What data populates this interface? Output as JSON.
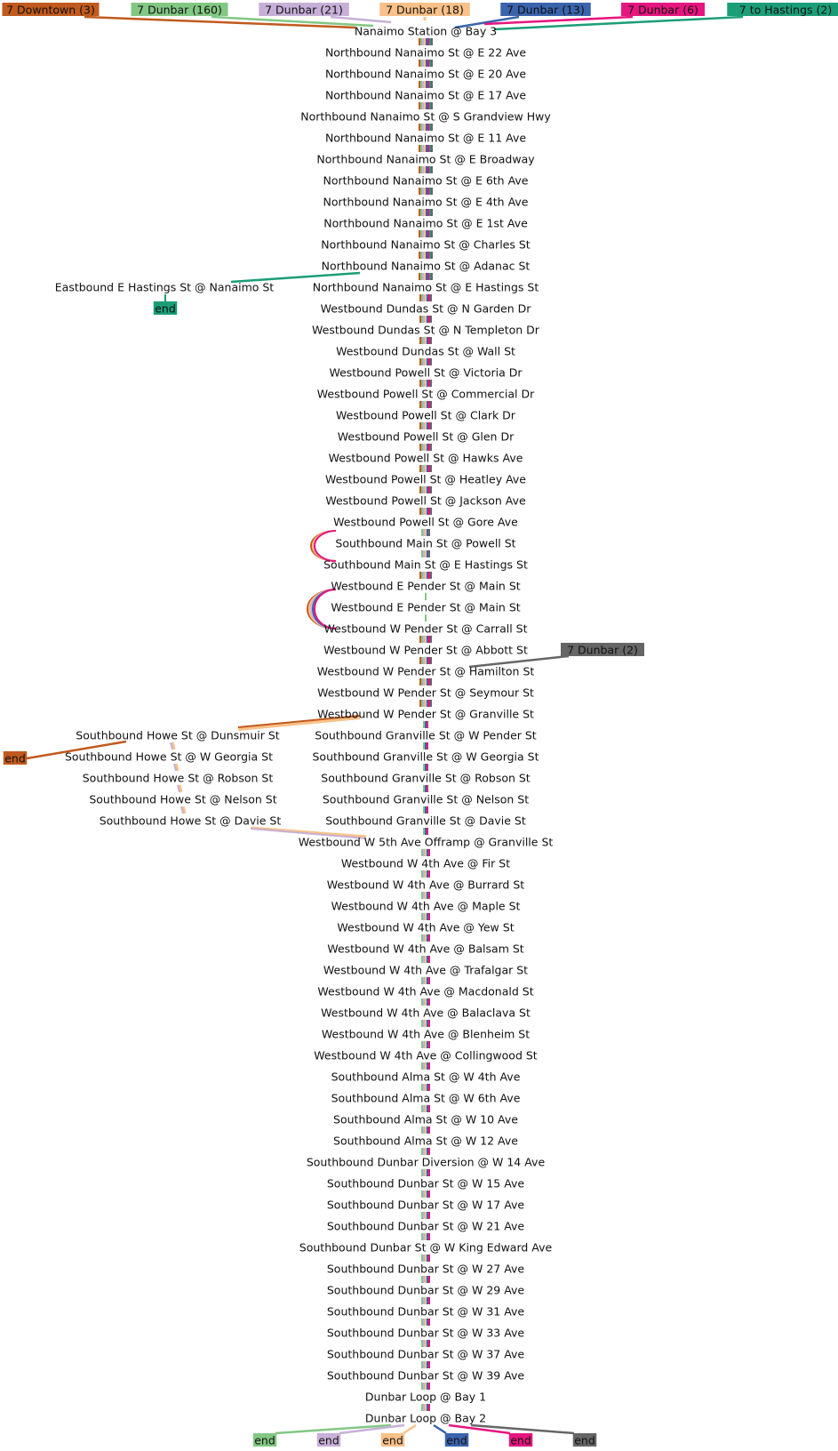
{
  "routes": [
    {
      "label": "7 Downtown (3)",
      "color": "#c15a1e"
    },
    {
      "label": "7 Dunbar (160)",
      "color": "#82c883"
    },
    {
      "label": "7 Dunbar (21)",
      "color": "#c7b0d8"
    },
    {
      "label": "7 Dunbar (18)",
      "color": "#f9c188"
    },
    {
      "label": "7 Dunbar (13)",
      "color": "#3a64ad"
    },
    {
      "label": "7 Dunbar (6)",
      "color": "#e7157f"
    },
    {
      "label": "7 to Hastings (2)",
      "color": "#1b9e77"
    },
    {
      "label": "7 Dunbar (2)",
      "color": "#666666"
    }
  ],
  "main_stops": [
    "Nanaimo Station @ Bay 3",
    "Northbound Nanaimo St @ E 22 Ave",
    "Northbound Nanaimo St @ E 20 Ave",
    "Northbound Nanaimo St @ E 17 Ave",
    "Northbound Nanaimo St @ S Grandview Hwy",
    "Northbound Nanaimo St @ E 11 Ave",
    "Northbound Nanaimo St @ E Broadway",
    "Northbound Nanaimo St @ E 6th Ave",
    "Northbound Nanaimo St @ E 4th Ave",
    "Northbound Nanaimo St @ E 1st Ave",
    "Northbound Nanaimo St @ Charles St",
    "Northbound Nanaimo St @ Adanac St",
    "Northbound Nanaimo St @ E Hastings St",
    "Westbound Dundas St @ N Garden Dr",
    "Westbound Dundas St @ N Templeton Dr",
    "Westbound Dundas St @ Wall St",
    "Westbound Powell St @ Victoria Dr",
    "Westbound Powell St @ Commercial Dr",
    "Westbound Powell St @ Clark Dr",
    "Westbound Powell St @ Glen Dr",
    "Westbound Powell St @ Hawks Ave",
    "Westbound Powell St @ Heatley Ave",
    "Westbound Powell St @ Jackson Ave",
    "Westbound Powell St @ Gore Ave",
    "Southbound Main St @ Powell St",
    "Southbound Main St @ E Hastings St",
    "Westbound E Pender St @ Main St",
    "Westbound E Pender St @ Main St",
    "Westbound W Pender St @ Carrall St",
    "Westbound W Pender St @ Abbott St",
    "Westbound W Pender St @ Hamilton St",
    "Westbound W Pender St @ Seymour St",
    "Westbound W Pender St @ Granville St",
    "Southbound Granville St @ W Pender St",
    "Southbound Granville St @ W Georgia St",
    "Southbound Granville St @ Robson St",
    "Southbound Granville St @ Nelson St",
    "Southbound Granville St @ Davie St",
    "Westbound W 5th Ave Offramp @ Granville St",
    "Westbound W 4th Ave @ Fir St",
    "Westbound W 4th Ave @ Burrard St",
    "Westbound W 4th Ave @ Maple St",
    "Westbound W 4th Ave @ Yew St",
    "Westbound W 4th Ave @ Balsam St",
    "Westbound W 4th Ave @ Trafalgar St",
    "Westbound W 4th Ave @ Macdonald St",
    "Westbound W 4th Ave @ Balaclava St",
    "Westbound W 4th Ave @ Blenheim St",
    "Westbound W 4th Ave @ Collingwood St",
    "Southbound Alma St @ W 4th Ave",
    "Southbound Alma St @ W 6th Ave",
    "Southbound Alma St @ W 10 Ave",
    "Southbound Alma St @ W 12 Ave",
    "Southbound Dunbar Diversion @ W 14 Ave",
    "Southbound Dunbar St @ W 15 Ave",
    "Southbound Dunbar St @ W 17 Ave",
    "Southbound Dunbar St @ W 21 Ave",
    "Southbound Dunbar St @ W King Edward Ave",
    "Southbound Dunbar St @ W 27 Ave",
    "Southbound Dunbar St @ W 29 Ave",
    "Southbound Dunbar St @ W 31 Ave",
    "Southbound Dunbar St @ W 33 Ave",
    "Southbound Dunbar St @ W 37 Ave",
    "Southbound Dunbar St @ W 39 Ave",
    "Dunbar Loop @ Bay 1",
    "Dunbar Loop @ Bay 2"
  ],
  "branch_stops": {
    "hastings": "Eastbound E Hastings St @ Nanaimo St",
    "howe": [
      "Southbound Howe St @ Dunsmuir St",
      "Southbound Howe St @ W Georgia St",
      "Southbound Howe St @ Robson St",
      "Southbound Howe St @ Nelson St",
      "Southbound Howe St @ Davie St"
    ]
  },
  "end_label": "end"
}
